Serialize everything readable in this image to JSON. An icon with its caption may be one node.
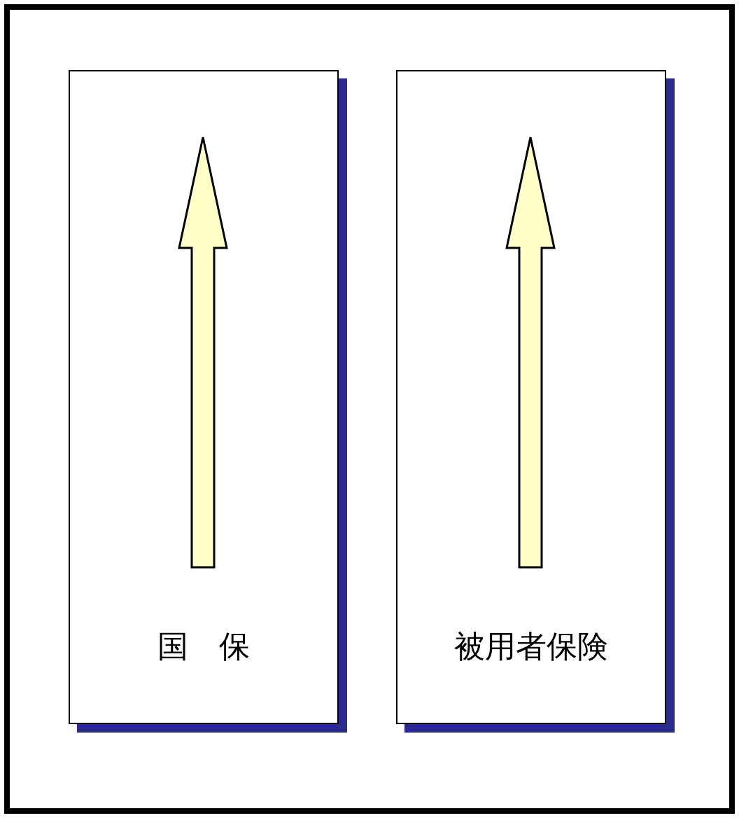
{
  "diagram": {
    "nodes": [
      {
        "text": [],
        "shape": "box"
      },
      {
        "text": [
          "国　保"
        ],
        "in": 0
      },
      {
        "text": [
          "被用者保険"
        ],
        "in": 0
      }
    ]
  }
}
